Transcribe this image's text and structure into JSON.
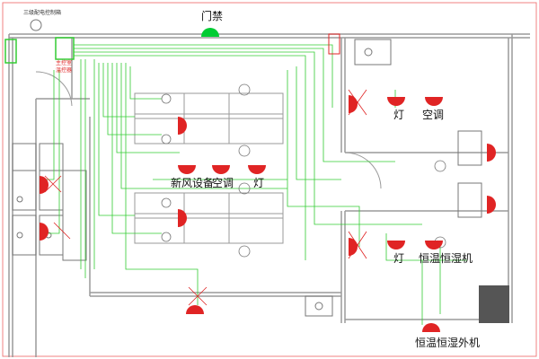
{
  "labels": {
    "door": "门禁",
    "lamp": "灯",
    "ac": "空调",
    "fresh_air": "新风设备",
    "const_temp_in": "恒温恒湿机",
    "const_temp_out": "恒温恒湿外机"
  },
  "small_notes": {
    "panel": "三级配电控制箱",
    "controller_1": "主控室",
    "controller_2": "温控器"
  },
  "colors": {
    "wire": "#33cc33",
    "wall": "#9a9a9a",
    "device_red": "#e02424",
    "door_green": "#00cc33",
    "cabinet": "#555555"
  }
}
